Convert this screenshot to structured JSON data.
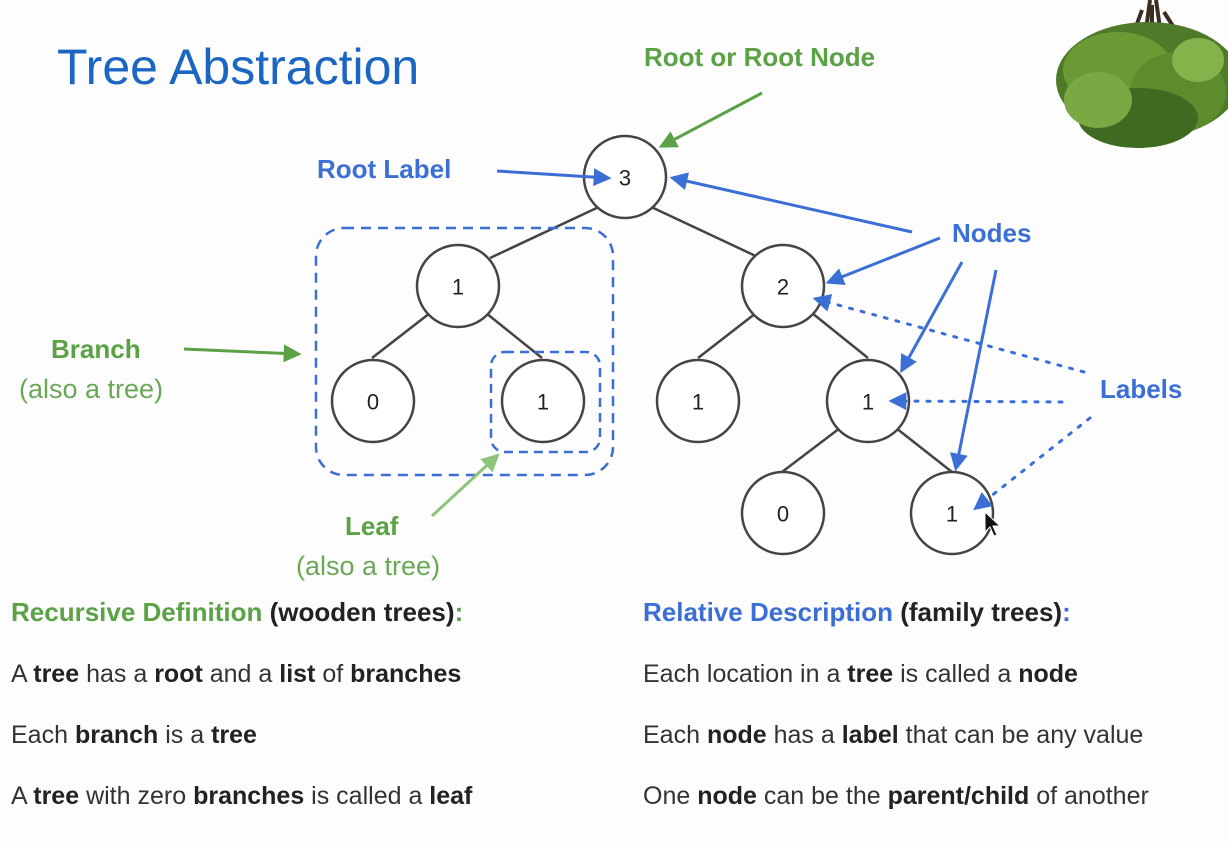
{
  "title": "Tree Abstraction",
  "annotations": {
    "root_node": "Root or Root Node",
    "root_label": "Root Label",
    "nodes": "Nodes",
    "labels": "Labels",
    "branch": "Branch",
    "branch_sub": "(also a tree)",
    "leaf": "Leaf",
    "leaf_sub": "(also a tree)"
  },
  "tree": {
    "root": "3",
    "left": "1",
    "right": "2",
    "left_left": "0",
    "left_right": "1",
    "right_left": "1",
    "right_right": "1",
    "rr_left": "0",
    "rr_right": "1"
  },
  "recursive": {
    "heading_colored": "Recursive Definition",
    "heading_paren": "(wooden trees)",
    "heading_colon": ":",
    "lines": [
      [
        "A ",
        "tree",
        " has a ",
        "root",
        " and a ",
        "list",
        " of ",
        "branches"
      ],
      [
        "Each ",
        "branch",
        " is a ",
        "tree"
      ],
      [
        "A ",
        "tree",
        " with zero ",
        "branches",
        " is called a ",
        "leaf"
      ]
    ]
  },
  "relative": {
    "heading_colored": "Relative Description",
    "heading_paren": "(family trees)",
    "heading_colon": ":",
    "lines": [
      [
        "Each location in a ",
        "tree",
        " is called a ",
        "node"
      ],
      [
        "Each ",
        "node",
        " has a ",
        "label",
        " that can be any value"
      ],
      [
        "One ",
        "node",
        " can be the ",
        "parent/child",
        " of another"
      ]
    ]
  },
  "colors": {
    "green": "#5aa245",
    "blue": "#3b6fd6",
    "title_blue": "#1a66c2"
  }
}
